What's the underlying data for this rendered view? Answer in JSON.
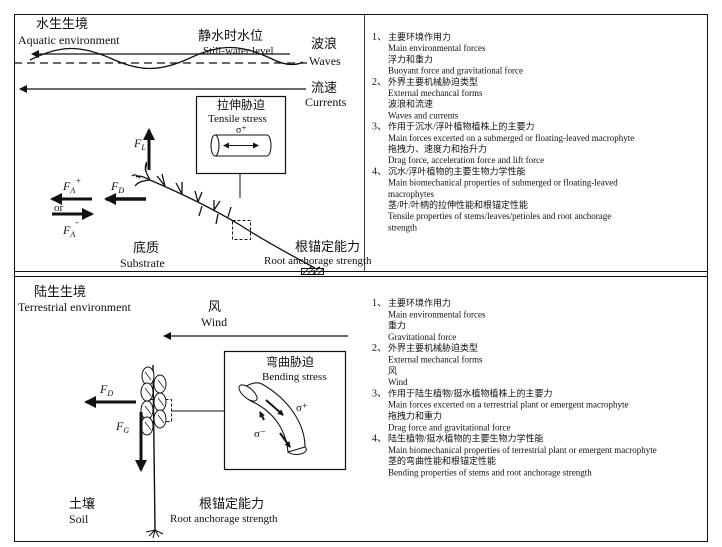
{
  "aquatic": {
    "env_cn": "水生生境",
    "env_en": "Aquatic environment",
    "still_cn": "静水时水位",
    "still_en": "Still-water level",
    "waves_cn": "波浪",
    "waves_en": "Waves",
    "currents_cn": "流速",
    "currents_en": "Currents",
    "tensile_cn": "拉伸胁迫",
    "tensile_en": "Tensile stress",
    "sigma": "σ⁺",
    "fl_main": "F",
    "fl_sub": "L",
    "fd_main": "F",
    "fd_sub": "D",
    "fa_main": "F",
    "fa_sub": "A",
    "fa_plus": "+",
    "fa_minus": "-",
    "or": "or",
    "substrate_cn": "底质",
    "substrate_en": "Substrate",
    "root_cn": "根锚定能力",
    "root_en": "Root anchorage strength",
    "notes": [
      {
        "num": "1、",
        "lines": [
          "主要环境作用力",
          "Main environmental forces",
          "浮力和重力",
          "Buoyant force and gravitational force"
        ]
      },
      {
        "num": "2、",
        "lines": [
          "外界主要机械胁迫类型",
          "External mechancal forms",
          "波浪和流速",
          "Waves and currents"
        ]
      },
      {
        "num": "3、",
        "lines": [
          "作用于沉水/浮叶植物植株上的主要力",
          "Main forces excerted on a submerged or floating-leaved  macrophyte",
          "拖拽力、速度力和抬升力",
          "Drag force, acceleration force and lift force"
        ]
      },
      {
        "num": "4、",
        "lines": [
          "沉水/浮叶植物的主要生物力学性能",
          "Main biomechanical properties of submerged or floating-leaved",
          "macrophytes",
          "茎/叶/叶柄的拉伸性能和根锚定性能",
          "Tensile properties of stems/leaves/petioles and root anchorage",
          "strength"
        ]
      }
    ]
  },
  "terrestrial": {
    "env_cn": "陆生生境",
    "env_en": "Terrestrial environment",
    "wind_cn": "风",
    "wind_en": "Wind",
    "bending_cn": "弯曲胁迫",
    "bending_en": "Bending stress",
    "sigma_plus": "σ⁺",
    "sigma_minus": "σ⁻",
    "fd_main": "F",
    "fd_sub": "D",
    "fg_main": "F",
    "fg_sub": "G",
    "soil_cn": "土壤",
    "soil_en": "Soil",
    "root_cn": "根锚定能力",
    "root_en": "Root anchorage strength",
    "notes": [
      {
        "num": "1、",
        "lines": [
          "主要环境作用力",
          "Main environmental forces",
          "重力",
          "Gravitational force"
        ]
      },
      {
        "num": "2、",
        "lines": [
          "外界主要机械胁迫类型",
          "External mechancal forms",
          "风",
          "Wind"
        ]
      },
      {
        "num": "3、",
        "lines": [
          "作用于陆生植物/挺水植物植株上的主要力",
          "Main forces excerted on a terrestrial plant or emergent macrophyte",
          "拖拽力和重力",
          "Drag force  and gravitational force"
        ]
      },
      {
        "num": "4、",
        "lines": [
          "陆生植物/挺水植物的主要生物力学性能",
          "Main biomechanical properties of terrestrial plant or emergent macrophyte",
          "茎的弯曲性能和根锚定性能",
          "Bending properties of stems and root anchorage strength"
        ]
      }
    ]
  }
}
